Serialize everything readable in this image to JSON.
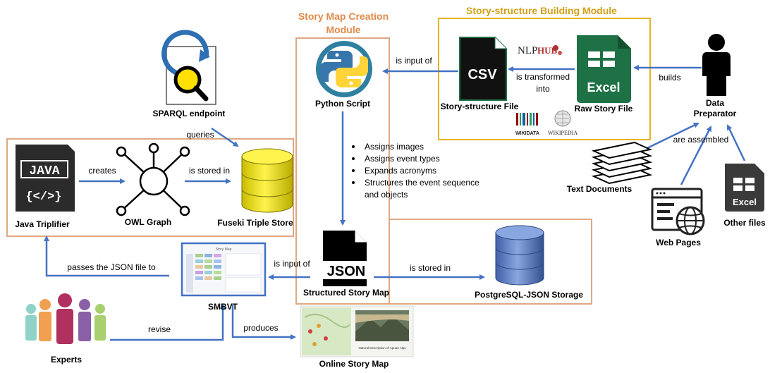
{
  "modules": {
    "story_map_creation": {
      "title_line1": "Story Map Creation",
      "title_line2": "Module",
      "color": "#e08a4a"
    },
    "story_structure_building": {
      "title": "Story-structure Building Module",
      "color": "#e6b422"
    }
  },
  "nodes": {
    "java": {
      "icon_text": "JAVA",
      "code_text": "{</>}",
      "label": "Java Triplifier"
    },
    "owl": {
      "label": "OWL Graph"
    },
    "fuseki": {
      "label": "Fuseki Triple Store"
    },
    "sparql": {
      "label": "SPARQL endpoint"
    },
    "python": {
      "label": "Python Script"
    },
    "csv": {
      "icon_text": "CSV",
      "label": "Story-structure File"
    },
    "excel_raw": {
      "icon_text": "Excel",
      "label": "Raw Story File"
    },
    "nlphub": {
      "text_a": "NLP",
      "text_b": "HUB"
    },
    "wikidata": {
      "text": "WIKIDATA"
    },
    "wikipedia": {
      "text": "WIKIPEDIA"
    },
    "data_preparator": {
      "line1": "Data",
      "line2": "Preparator"
    },
    "text_docs": {
      "label": "Text Documents"
    },
    "web_pages": {
      "label": "Web Pages"
    },
    "other_files": {
      "icon_text": "Excel",
      "label": "Other files"
    },
    "json": {
      "icon_text": "JSON",
      "label": "Structured Story Map"
    },
    "postgres": {
      "label": "PostgreSQL-JSON Storage"
    },
    "smbvt": {
      "label": "SMBVT",
      "screen_title": "Story Map"
    },
    "experts": {
      "label": "Experts"
    },
    "online_map": {
      "label": "Online Story Map",
      "caption": "Natural Description of Apuan Alps"
    }
  },
  "edges": {
    "creates": "creates",
    "is_stored_in_fuseki": "is stored in",
    "queries": "queries",
    "is_input_of_python": "is input of",
    "is_transformed_into_line1": "is transformed",
    "is_transformed_into_line2": "into",
    "builds": "builds",
    "are_assembled": "are assembled",
    "is_input_of_smbvt": "is input of",
    "is_stored_in_postgres": "is stored in",
    "passes_json": "passes the JSON file to",
    "revise": "revise",
    "produces": "produces"
  },
  "python_steps": [
    "Assigns images",
    "Assigns event types",
    "Expands acronyms",
    "Structures the event sequence",
    "and objects"
  ],
  "colors": {
    "arrow": "#4472c4",
    "triple_box": "#e0a882",
    "excel_green": "#1e7145",
    "db_yellow": "#f2e600",
    "db_blue": "#5b7fc7",
    "python_blue": "#3776ab",
    "python_yellow": "#ffd43b"
  }
}
